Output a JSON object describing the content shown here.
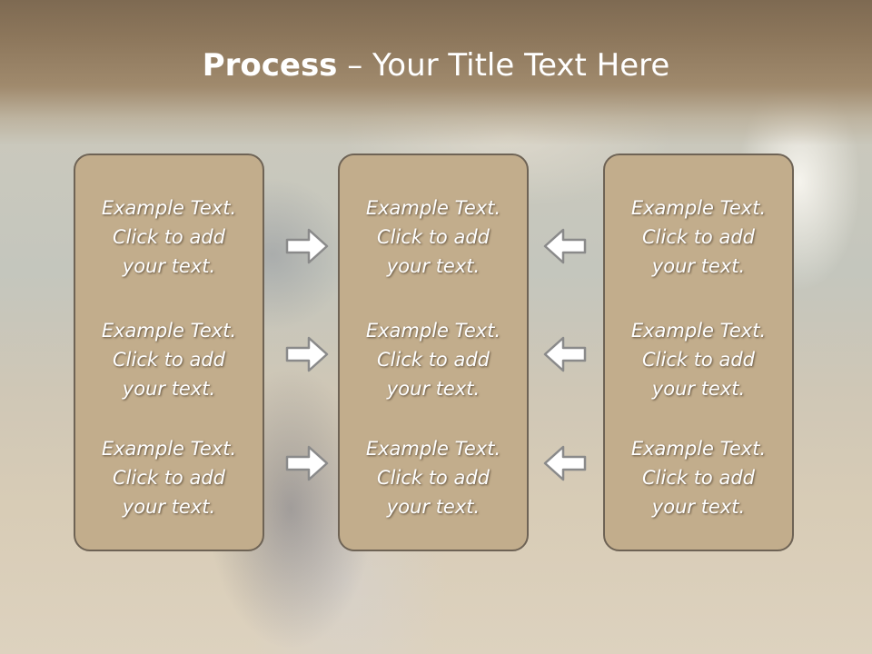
{
  "title": {
    "bold": "Process",
    "rest": " – Your Title Text Here"
  },
  "panels": {
    "left": [
      [
        "Example Text.",
        "Click  to add",
        "your text."
      ],
      [
        "Example Text.",
        "Click  to add",
        "your text."
      ],
      [
        "Example Text.",
        "Click  to add",
        "your text."
      ]
    ],
    "middle": [
      [
        "Example Text.",
        "Click  to add",
        "your text."
      ],
      [
        "Example Text.",
        "Click  to add",
        "your text."
      ],
      [
        "Example Text.",
        "Click  to add",
        "your text."
      ]
    ],
    "right": [
      [
        "Example Text.",
        "Click  to add",
        "your text."
      ],
      [
        "Example Text.",
        "Click  to add",
        "your text."
      ],
      [
        "Example Text.",
        "Click  to add",
        "your text."
      ]
    ]
  },
  "arrows": {
    "left_column": "arrow-right-icon",
    "right_column": "arrow-left-icon"
  },
  "colors": {
    "panel_fill": "#c2ad8c",
    "panel_border": "#6e6355",
    "title_band": "#8c765b",
    "text": "#ffffff"
  }
}
